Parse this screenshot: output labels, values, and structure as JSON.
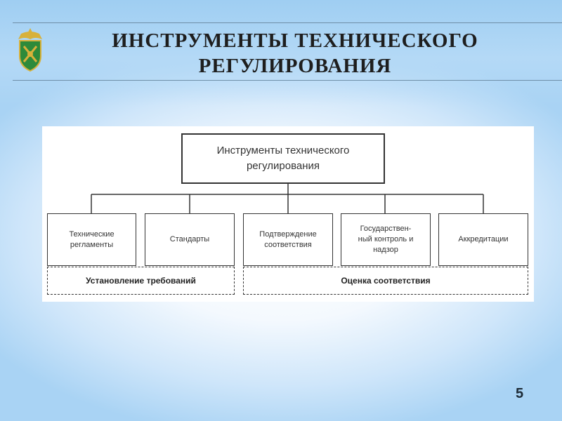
{
  "slide": {
    "title_line1": "ИНСТРУМЕНТЫ ТЕХНИЧЕСКОГО",
    "title_line2": "РЕГУЛИРОВАНИЯ",
    "page_number": "5"
  },
  "diagram": {
    "root": "Инструменты технического\nрегулирования",
    "children": [
      "Технические\nрегламенты",
      "Стандарты",
      "Подтверждение\nсоответствия",
      "Государствен-\nный контроль и\nнадзор",
      "Аккредитации"
    ],
    "groups": [
      "Установление требований",
      "Оценка соответствия"
    ]
  },
  "colors": {
    "band": "#9fcef2",
    "emblem_green": "#2e8a3a",
    "emblem_gold": "#d8b13a"
  }
}
